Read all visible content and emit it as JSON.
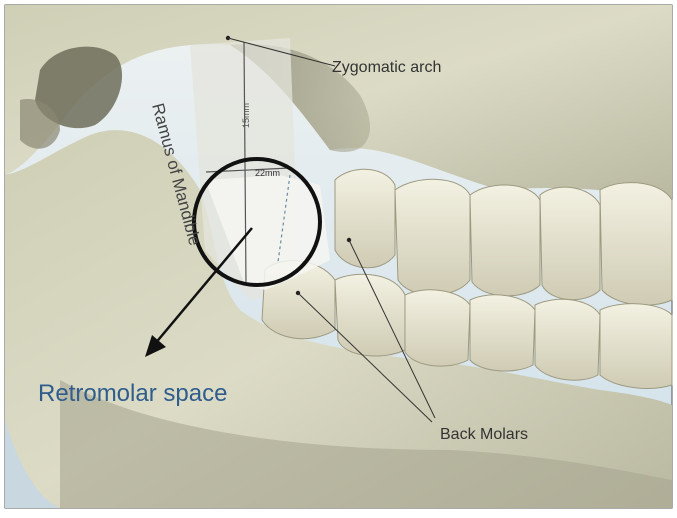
{
  "labels": {
    "zygomatic_arch": "Zygomatic arch",
    "ramus": "Ramus of Mandible",
    "measure_vertical": "15mm",
    "measure_horizontal": "22mm",
    "retromolar": "Retromolar space",
    "back_molars": "Back Molars"
  },
  "colors": {
    "bone": "#d9d8c2",
    "bone_shadow": "#8f8f7a",
    "tooth": "#ece9d6",
    "background_sky": "#dfe9ee",
    "retromolar_text": "#2f5d8c",
    "annotation": "#222222",
    "circle": "#111111"
  }
}
